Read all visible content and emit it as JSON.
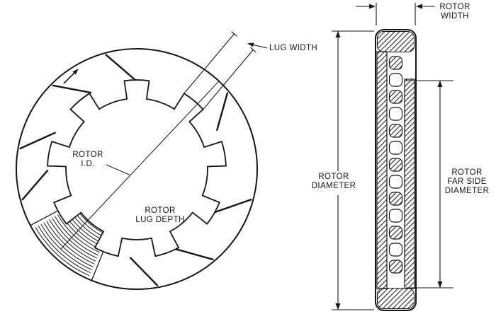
{
  "page": {
    "background": "#ffffff",
    "line_color": "#161616"
  },
  "front_view": {
    "lug_width_label": "LUG WIDTH",
    "rotor_id": {
      "line1": "ROTOR",
      "line2": "I.D."
    },
    "rotor_lug_depth": {
      "line1": "ROTOR",
      "line2": "LUG DEPTH"
    }
  },
  "side_view": {
    "rotor_width": {
      "line1": "ROTOR",
      "line2": "WIDTH"
    },
    "rotor_diameter": {
      "line1": "ROTOR",
      "line2": "DIAMETER"
    },
    "rotor_far_side_diameter": {
      "line1": "ROTOR",
      "line2": "FAR SIDE",
      "line3": "DIAMETER"
    }
  }
}
